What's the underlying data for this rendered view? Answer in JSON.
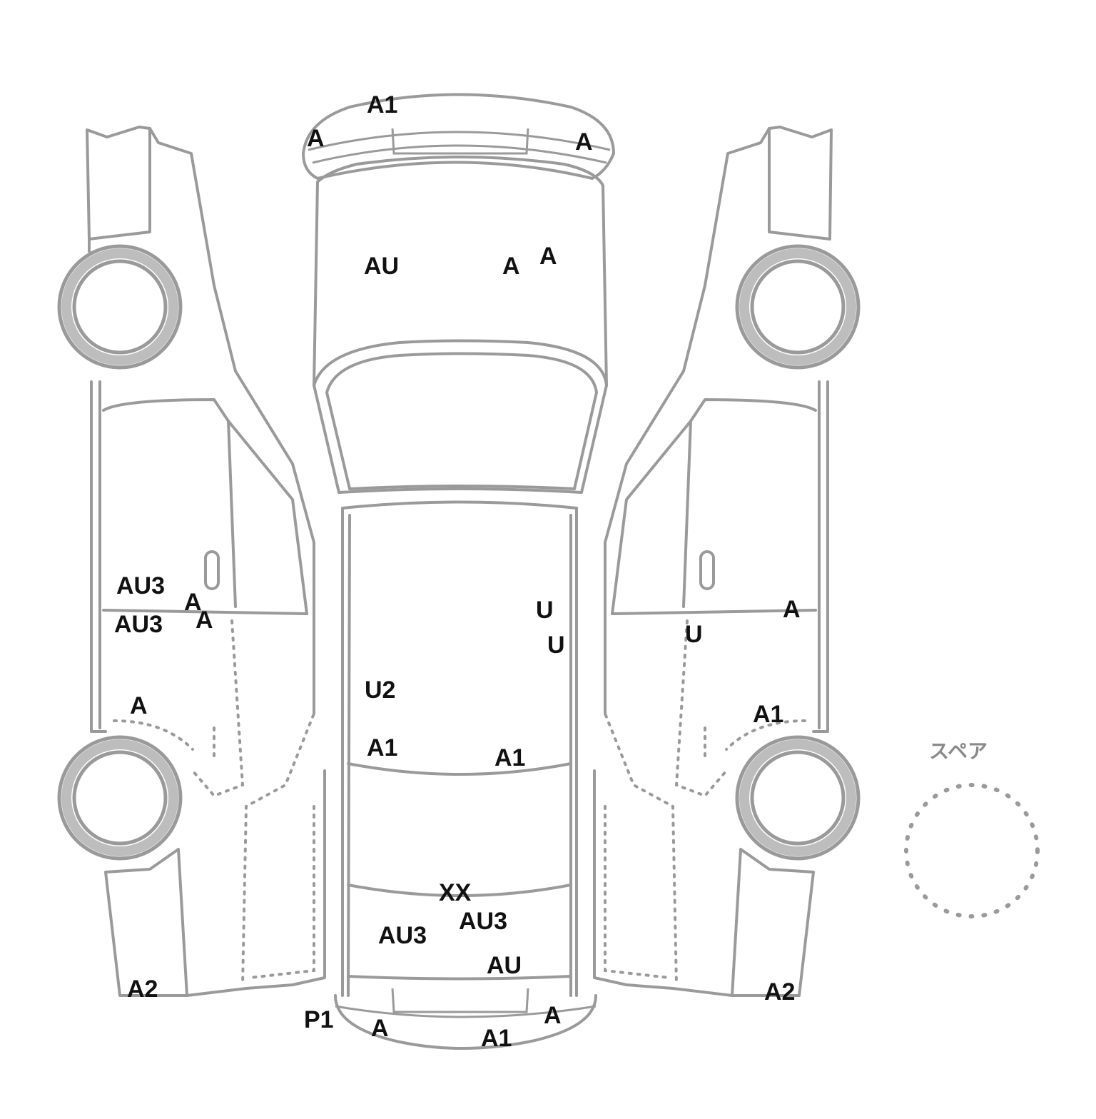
{
  "spare": {
    "label": "スペア"
  },
  "marks": [
    {
      "id": "front-bumper-top",
      "text": "A1"
    },
    {
      "id": "front-bumper-left",
      "text": "A"
    },
    {
      "id": "front-bumper-right",
      "text": "A"
    },
    {
      "id": "hood-left",
      "text": "AU"
    },
    {
      "id": "hood-right-1",
      "text": "A"
    },
    {
      "id": "hood-right-2",
      "text": "A"
    },
    {
      "id": "left-front-door-1",
      "text": "AU3"
    },
    {
      "id": "left-front-door-2",
      "text": "AU3"
    },
    {
      "id": "left-front-door-3",
      "text": "A"
    },
    {
      "id": "left-front-door-4",
      "text": "A"
    },
    {
      "id": "left-rear-door",
      "text": "A"
    },
    {
      "id": "left-rear-fender",
      "text": "A2"
    },
    {
      "id": "roof-right-1",
      "text": "U"
    },
    {
      "id": "roof-right-2",
      "text": "U"
    },
    {
      "id": "roof-left",
      "text": "U2"
    },
    {
      "id": "roof-rear-left",
      "text": "A1"
    },
    {
      "id": "roof-rear-right",
      "text": "A1"
    },
    {
      "id": "trunk-1",
      "text": "XX"
    },
    {
      "id": "trunk-2",
      "text": "AU3"
    },
    {
      "id": "trunk-3",
      "text": "AU3"
    },
    {
      "id": "trunk-4",
      "text": "AU"
    },
    {
      "id": "rear-bumper-p1",
      "text": "P1"
    },
    {
      "id": "rear-bumper-a-left",
      "text": "A"
    },
    {
      "id": "rear-bumper-a1",
      "text": "A1"
    },
    {
      "id": "rear-bumper-a-right",
      "text": "A"
    },
    {
      "id": "right-front-door-1",
      "text": "A"
    },
    {
      "id": "right-front-door-2",
      "text": "U"
    },
    {
      "id": "right-rear-door",
      "text": "A1"
    },
    {
      "id": "right-rear-fender",
      "text": "A2"
    }
  ]
}
